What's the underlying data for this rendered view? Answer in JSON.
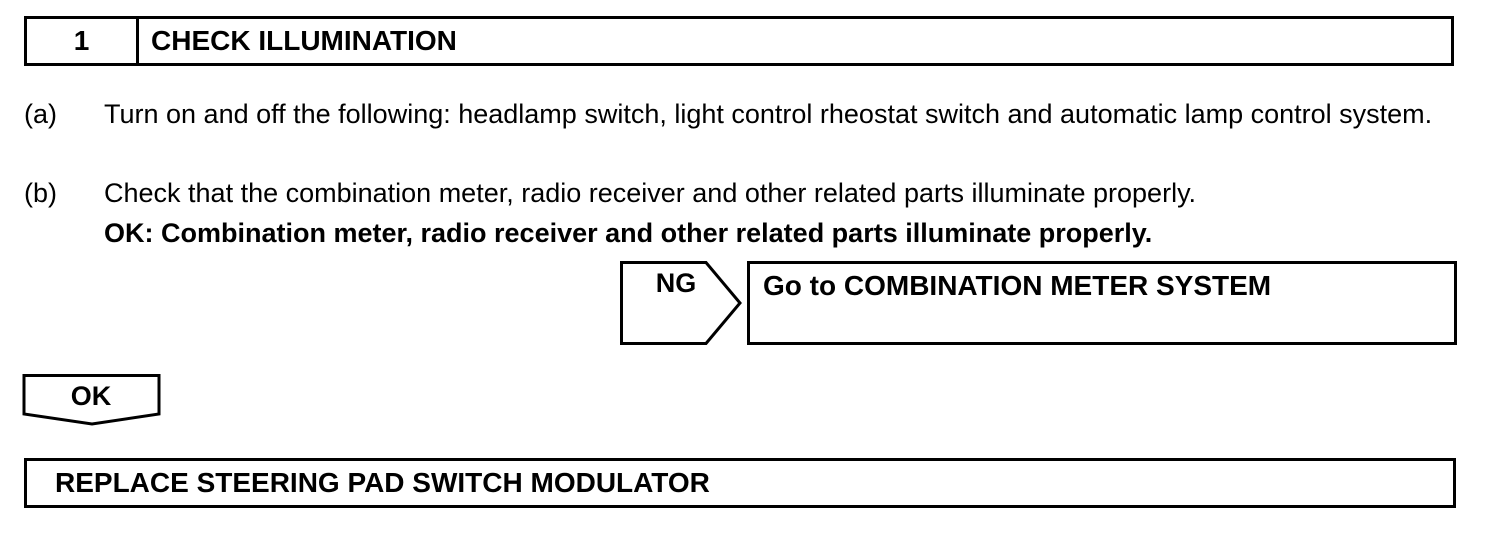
{
  "step": {
    "number": "1",
    "title": "CHECK ILLUMINATION"
  },
  "instructions": [
    {
      "mark": "(a)",
      "text": "Turn on and off the following: headlamp switch, light control rheostat switch and automatic lamp control system."
    },
    {
      "mark": "(b)",
      "text": "Check that the combination meter, radio receiver and other related parts illuminate properly."
    }
  ],
  "ok_criteria": "OK: Combination meter, radio receiver and other related parts illuminate properly.",
  "ng_branch": {
    "label": "NG",
    "action": "Go to COMBINATION METER SYSTEM"
  },
  "ok_branch": {
    "label": "OK"
  },
  "final_action": "REPLACE STEERING PAD SWITCH MODULATOR"
}
